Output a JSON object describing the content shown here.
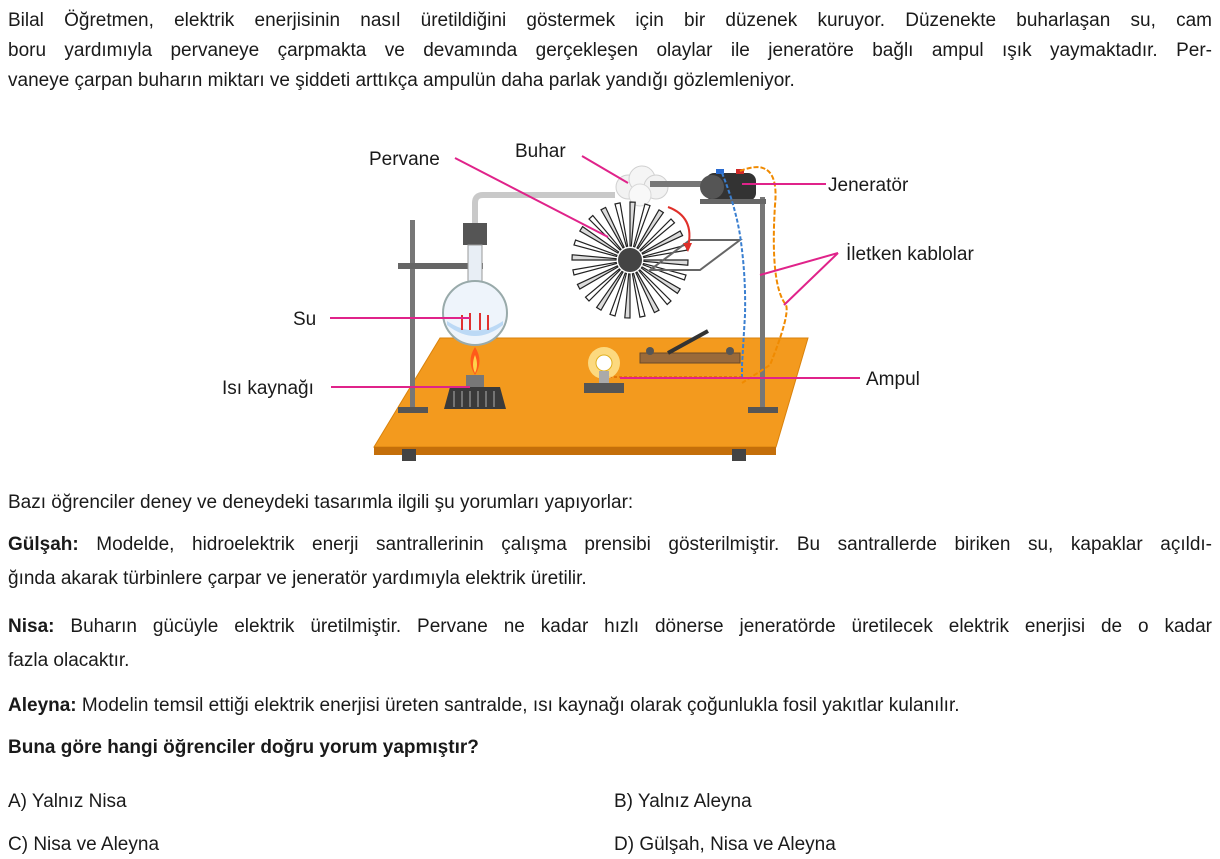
{
  "intro": {
    "line1": "Bilal Öğretmen, elektrik enerjisinin nasıl üretildiğini göstermek için bir düzenek kuruyor. Düzenekte buharlaşan su, cam",
    "line2": "boru yardımıyla pervaneye çarpmakta ve devamında gerçekleşen olaylar ile jeneratöre bağlı ampul ışık yaymaktadır. Per-",
    "line3": "vaneye çarpan buharın miktarı ve şiddeti arttıkça ampulün daha parlak yandığı gözlemleniyor."
  },
  "figure": {
    "labels": {
      "pervane": "Pervane",
      "buhar": "Buhar",
      "jenerator": "Jeneratör",
      "iletken": "İletken kablolar",
      "su": "Su",
      "isi": "Isı kaynağı",
      "ampul": "Ampul"
    },
    "colors": {
      "table": "#f39a1e",
      "leader": "#e0238a",
      "flame": "#ff5a1a",
      "wire_orange": "#f08a00",
      "wire_blue": "#3a7fd0"
    }
  },
  "prompt": "Bazı öğrenciler deney ve deneydeki tasarımla ilgili şu yorumları yapıyorlar:",
  "comments": [
    {
      "name": "Gülşah:",
      "line1": "Modelde, hidroelektrik enerji santrallerinin çalışma prensibi gösterilmiştir. Bu santrallerde biriken su, kapaklar açıldı-",
      "line2": "ğında akarak türbinlere çarpar ve jeneratör yardımıyla elektrik üretilir."
    },
    {
      "name": "Nisa:",
      "line1": "Buharın gücüyle elektrik üretilmiştir. Pervane ne kadar hızlı dönerse jeneratörde üretilecek elektrik enerjisi de o kadar",
      "line2": "fazla olacaktır."
    },
    {
      "name": "Aleyna:",
      "line1": "Modelin temsil ettiği elektrik enerjisi üreten santralde, ısı kaynağı olarak çoğunlukla fosil yakıtlar kulanılır."
    }
  ],
  "question": "Buna göre hangi öğrenciler doğru yorum yapmıştır?",
  "options": {
    "a": "A) Yalnız Nisa",
    "b": "B) Yalnız Aleyna",
    "c": "C) Nisa ve Aleyna",
    "d": "D) Gülşah, Nisa ve Aleyna"
  }
}
